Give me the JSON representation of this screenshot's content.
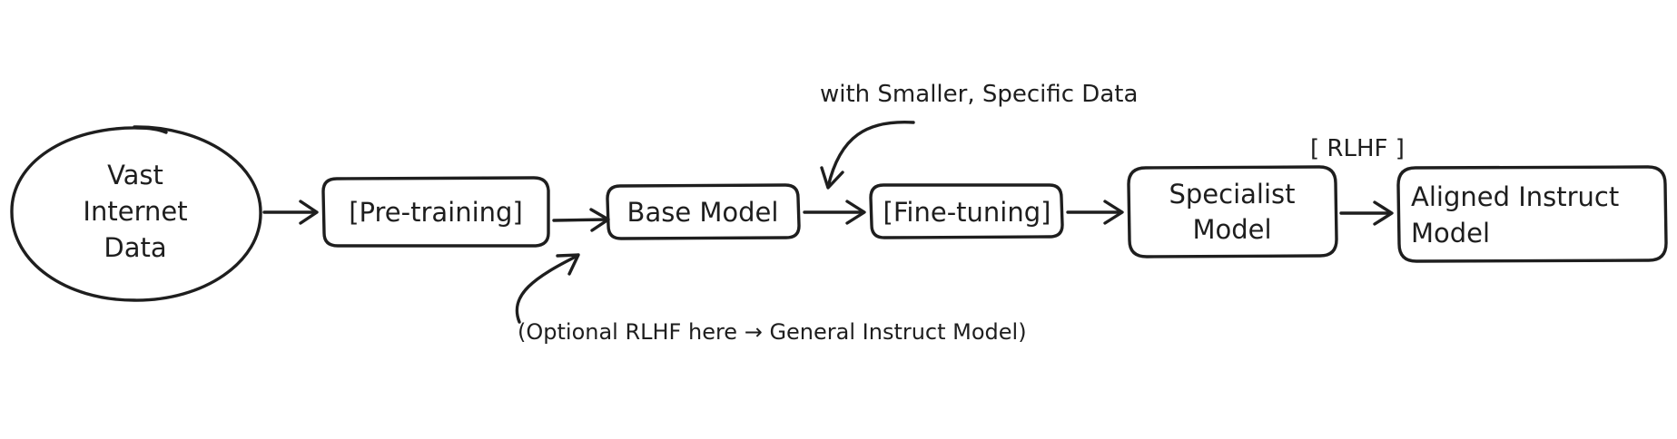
{
  "nodes": {
    "data_source": {
      "lines": [
        "Vast",
        "Internet",
        "Data"
      ]
    },
    "pretraining": {
      "label": "[Pre-training]"
    },
    "base_model": {
      "label": "Base Model"
    },
    "finetuning": {
      "label": "[Fine-tuning]"
    },
    "specialist": {
      "lines": [
        "Specialist",
        "Model"
      ]
    },
    "aligned": {
      "lines": [
        "Aligned Instruct",
        "Model"
      ]
    }
  },
  "annotations": {
    "finetune_note": "with Smaller, Specific Data",
    "rlhf_label": "[ RLHF ]",
    "optional_note": "(Optional RLHF here → General Instruct Model)"
  },
  "colors": {
    "stroke": "#1e1e1e",
    "background": "#ffffff"
  }
}
